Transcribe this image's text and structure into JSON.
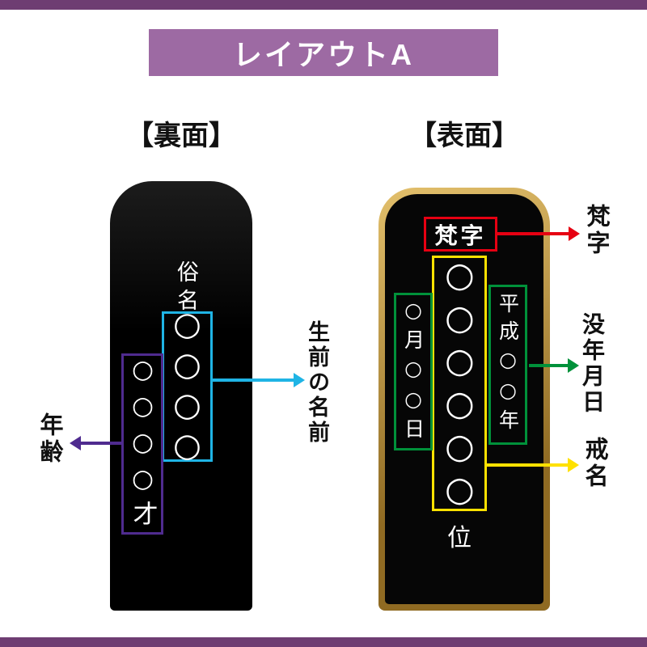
{
  "header": {
    "title": "レイアウトA"
  },
  "back_panel": {
    "title": "【裏面】",
    "zokumyo_label": "俗名",
    "name_circles": "○○○○",
    "age_circles": "○○○○才",
    "callouts": {
      "name": "生前の名前",
      "age": "年齢"
    }
  },
  "front_panel": {
    "title": "【表面】",
    "bonji_box": "梵字",
    "kaimyo_circles": "○○○○○○",
    "rank_label": "位",
    "date_left": "○月○○日",
    "date_right": "平成○○年",
    "callouts": {
      "bonji": "梵字",
      "death_date": "没年月日",
      "kaimyo": "戒名"
    }
  },
  "colors": {
    "header_bg": "#9d6aa3",
    "strip": "#6e3d72",
    "cyan": "#1fb4e5",
    "purple": "#4f2b8f",
    "red": "#e60012",
    "green": "#00913a",
    "yellow": "#ffe100",
    "gold_light": "#e3c06c",
    "gold_dark": "#8f6a22",
    "tablet": "#060606"
  }
}
